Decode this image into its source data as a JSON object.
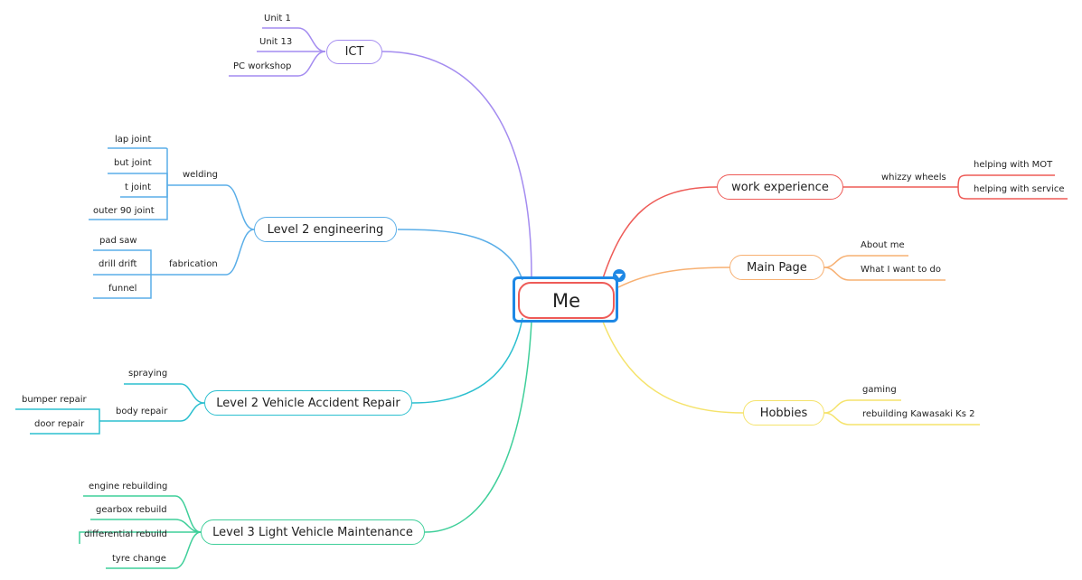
{
  "central": "Me",
  "colors": {
    "ict": "#a48cf0",
    "engineering": "#5aaee8",
    "accident": "#2bbfcf",
    "light": "#3fcf9a",
    "work": "#ee5b57",
    "main": "#f7b072",
    "hobbies": "#f5e36c",
    "selection": "#1e88e5"
  },
  "topics": {
    "ict": {
      "label": "ICT",
      "items": [
        "Unit 1",
        "Unit 13",
        "PC workshop"
      ]
    },
    "engineering": {
      "label": "Level 2 engineering",
      "welding": {
        "label": "welding",
        "items": [
          "lap joint",
          "but joint",
          "t joint",
          "outer 90 joint"
        ]
      },
      "fabrication": {
        "label": "fabrication",
        "items": [
          "pad saw",
          "drill drift",
          "funnel"
        ]
      }
    },
    "accident": {
      "label": "Level 2 Vehicle Accident Repair",
      "spraying": "spraying",
      "body_repair": {
        "label": "body repair",
        "items": [
          "bumper repair",
          "door repair"
        ]
      }
    },
    "light": {
      "label": "Level 3 Light Vehicle Maintenance",
      "items": [
        "engine rebuilding",
        "gearbox rebuild",
        "differential rebuild",
        "tyre change"
      ]
    },
    "work": {
      "label": "work experience",
      "whizzy": {
        "label": "whizzy wheels",
        "items": [
          "helping with MOT",
          "helping with service"
        ]
      }
    },
    "main": {
      "label": "Main Page",
      "items": [
        "About me",
        "What I want to do"
      ]
    },
    "hobbies": {
      "label": "Hobbies",
      "items": [
        "gaming",
        "rebuilding Kawasaki Ks 2"
      ]
    }
  }
}
